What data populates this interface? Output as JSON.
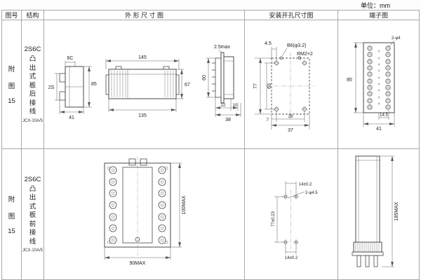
{
  "unit_label": "单位：mm",
  "headers": {
    "fig": "图号",
    "struct": "结构",
    "outline": "外 形 尺 寸 图",
    "mount": "安装开孔尺寸图",
    "terminal": "端子图"
  },
  "row1": {
    "fig": [
      "附",
      "图",
      "15"
    ],
    "struct": {
      "title": "2S6C",
      "chars": [
        "凸",
        "出",
        "式",
        "板",
        "后",
        "接",
        "线"
      ],
      "model": "JCX-10A/5"
    },
    "outline": {
      "d6c": "6C",
      "d2s": "2S",
      "d85": "85",
      "d41": "41",
      "d145": "145",
      "d135": "135",
      "d67": "67",
      "d25": "2.5max",
      "d60": "60",
      "d22": "22",
      "d10": "10",
      "d38": "38"
    },
    "mount": {
      "d45": "4.5",
      "db6": "B6(φ3.2)",
      "drm": "RM2×2",
      "d77": "77",
      "d63": "63",
      "d7": "7",
      "d28": "28",
      "d37": "37"
    },
    "terminal": {
      "dphi": "2-φ4",
      "d85": "85",
      "d145": "14.5",
      "d41": "41"
    }
  },
  "row2": {
    "fig": [
      "附",
      "图",
      "15"
    ],
    "struct": {
      "title": "2S6C",
      "chars": [
        "凸",
        "出",
        "式",
        "板",
        "前",
        "接",
        "线"
      ],
      "model": "JCX-10A/5"
    },
    "outline": {
      "d100": "100MAX",
      "d90": "90MAX"
    },
    "mount": {
      "dtop": "14±0.2",
      "dphi": "2-φ4.5",
      "d77": "77±0.23",
      "dbot": "14±0.2"
    },
    "terminal": {
      "d185": "185MAX"
    }
  }
}
